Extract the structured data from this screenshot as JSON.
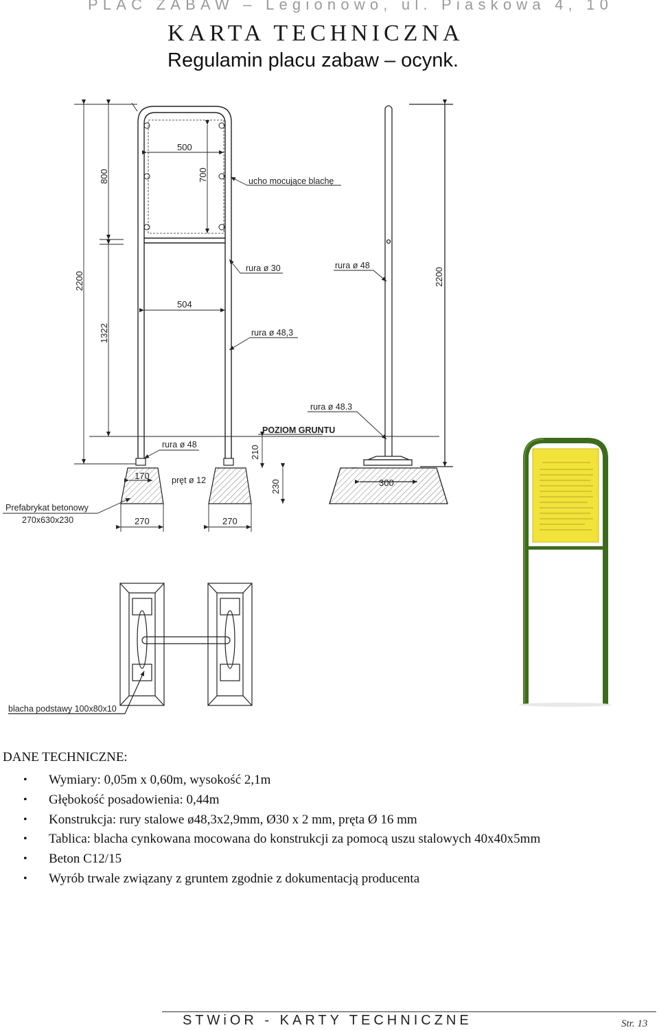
{
  "header": {
    "location": "PLAC ZABAW – Legionowo, ul. Piaskowa 4, 10",
    "title": "KARTA TECHNICZNA",
    "subtitle": "Regulamin placu zabaw – ocynk."
  },
  "drawing": {
    "dimensions": {
      "overall_height_left": "2200",
      "upper_height": "800",
      "board_height": "700",
      "board_width": "500",
      "frame_width": "504",
      "lower_height": "1322",
      "depth": "210",
      "block_height": "230",
      "pipe_spacing": "170",
      "block_width_left": "270",
      "block_width_right": "270",
      "side_base": "300",
      "overall_height_right": "2200"
    },
    "labels": {
      "mounting_ear": "ucho mocujące blachę",
      "pipe_30": "rura ø 30",
      "pipe_48_side": "rura ø 48",
      "pipe_48_3_front": "rura ø 48,3",
      "pipe_48_3_side": "rura ø 48.3",
      "ground_level": "POZIOM GRUNTU",
      "pipe_48_bottom": "rura ø 48",
      "rod_12": "pręt ø 12",
      "precast": "Prefabrykat betonowy",
      "precast_size": "270x630x230",
      "base_plate": "blacha podstawy 100x80x10"
    }
  },
  "photo": {
    "frame_color": "#3d6b1e",
    "board_color": "#f2e33a"
  },
  "specs": {
    "title": "DANE TECHNICZNE:",
    "items": [
      "Wymiary: 0,05m x 0,60m, wysokość 2,1m",
      "Głębokość posadowienia: 0,44m",
      "Konstrukcja: rury stalowe ø48,3x2,9mm, Ø30 x 2 mm, pręta Ø 16 mm",
      "Tablica: blacha cynkowana mocowana do konstrukcji za pomocą uszu stalowych 40x40x5mm",
      "Beton C12/15",
      "Wyrób trwale związany z gruntem zgodnie z dokumentacją producenta"
    ]
  },
  "footer": {
    "text": "STWiOR - KARTY TECHNICZNE",
    "page": "Str. 13"
  }
}
